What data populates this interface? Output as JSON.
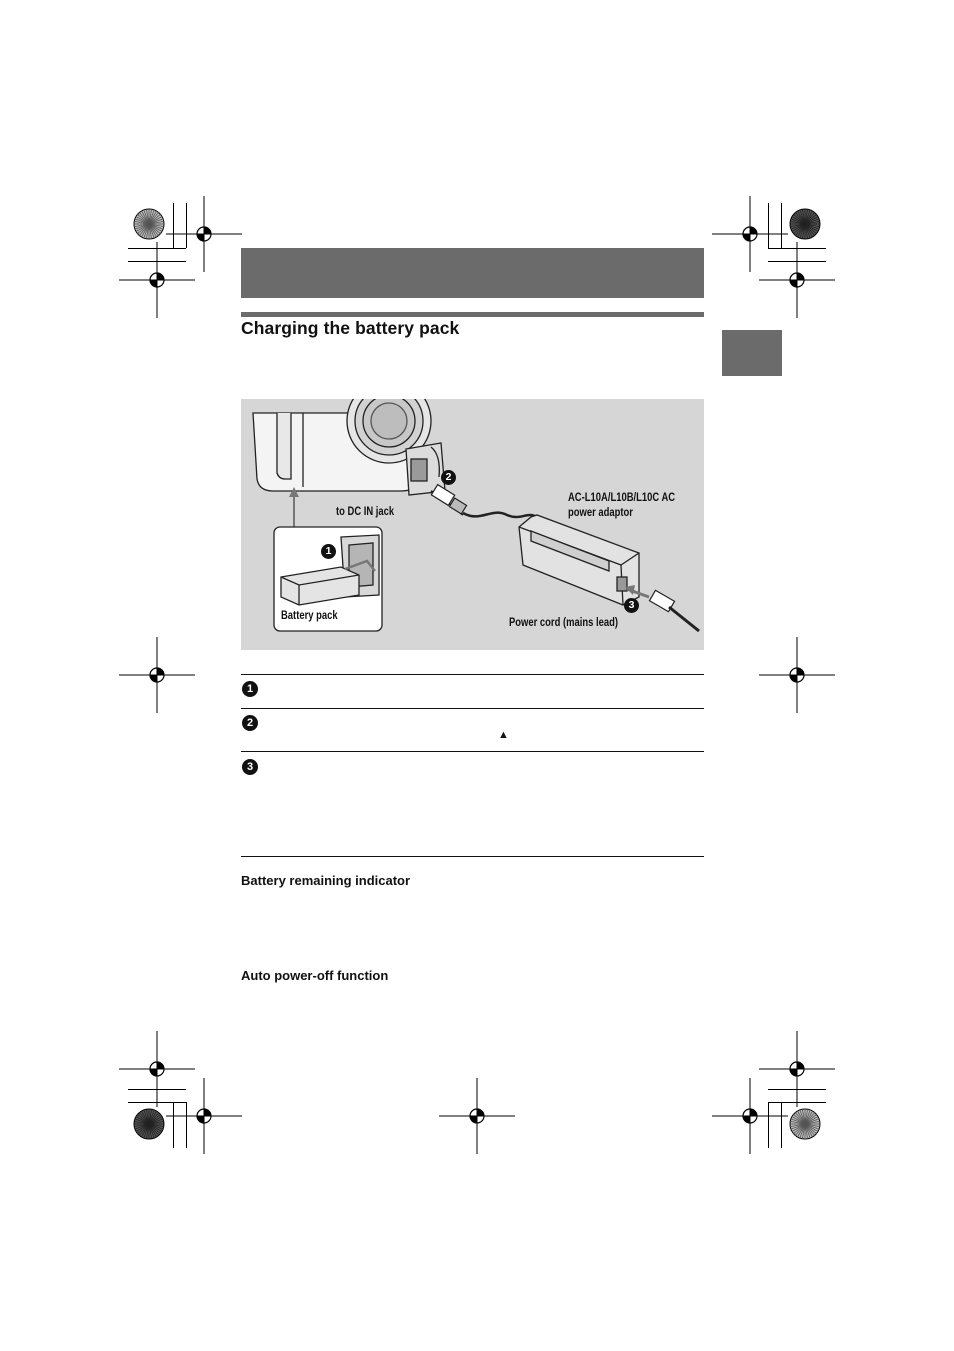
{
  "page": {
    "title": "Charging the battery pack"
  },
  "figure": {
    "labels": {
      "dc_in": "to DC IN jack",
      "adaptor_line1": "AC-L10A/L10B/L10C AC",
      "adaptor_line2": "power adaptor",
      "battery": "Battery pack",
      "power_cord": "Power cord (mains lead)"
    },
    "badges": [
      "1",
      "2",
      "3"
    ]
  },
  "steps": [
    {
      "badge": "1"
    },
    {
      "badge": "2",
      "symbol": "▲"
    },
    {
      "badge": "3"
    }
  ],
  "subsections": {
    "battery_indicator": "Battery remaining indicator",
    "auto_power_off": "Auto power-off function"
  },
  "icons": {
    "registration": "registration-target-icon",
    "color_wheel": "color-wheel-icon"
  },
  "colors": {
    "band": "#6b6b6b",
    "figure_bg": "#d6d6d6"
  }
}
